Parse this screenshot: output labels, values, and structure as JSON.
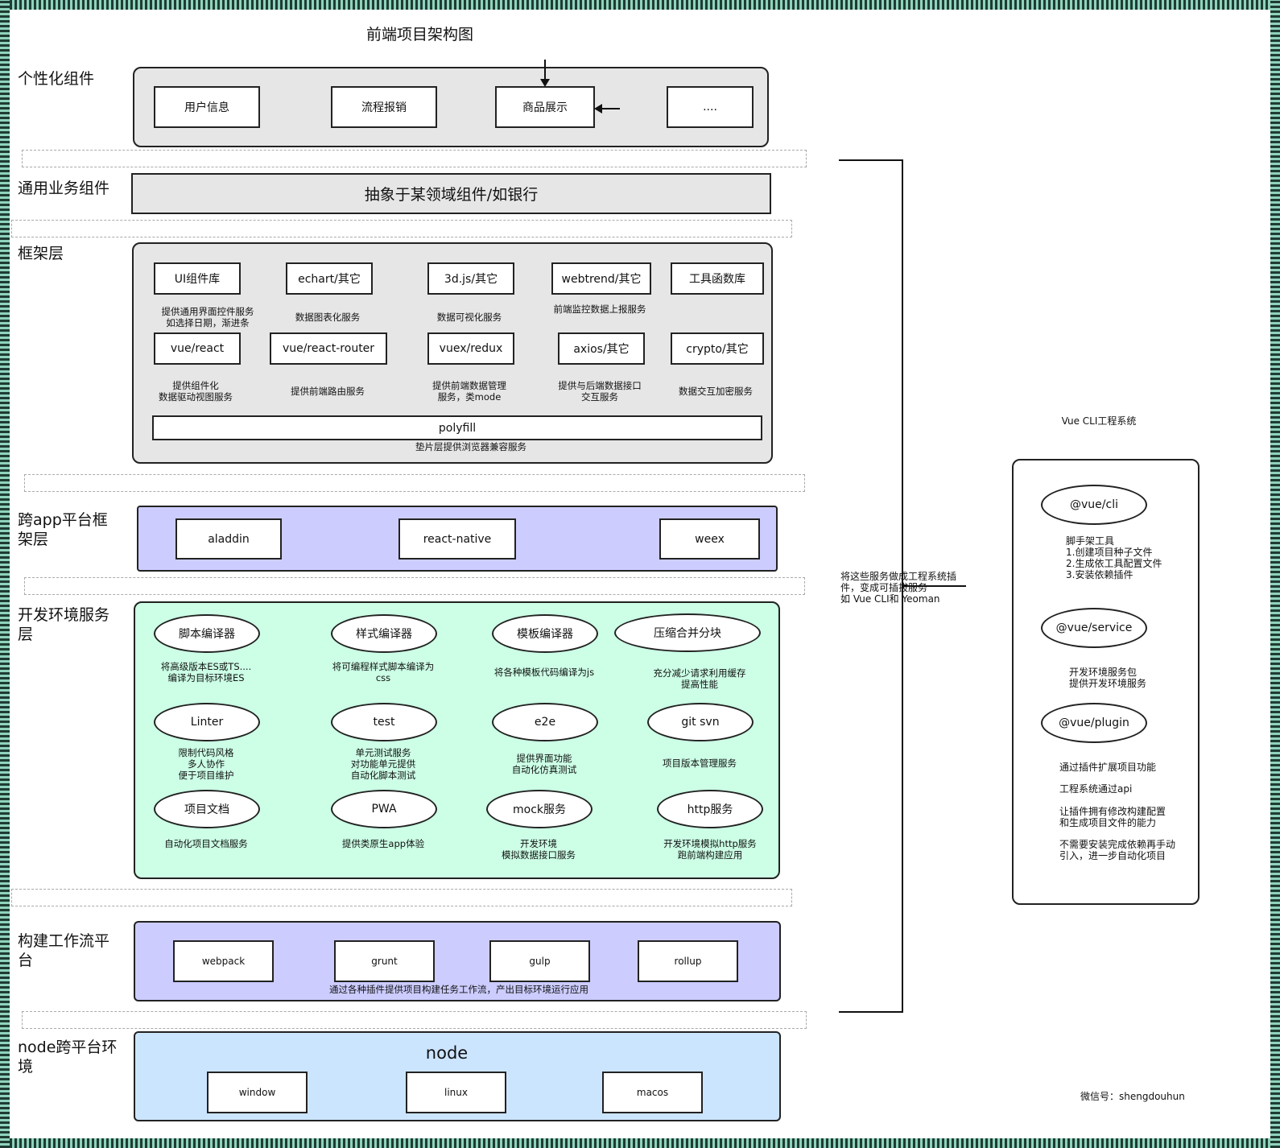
{
  "title": "前端项目架构图",
  "layers": {
    "personalized": "个性化组件",
    "business": "通用业务组件",
    "framework": "框架层",
    "crossapp": "跨app平台框架层",
    "devenv": "开发环境服务层",
    "build": "构建工作流平台",
    "node": "node跨平台环境"
  },
  "personalized": [
    "用户信息",
    "流程报销",
    "商品展示",
    "...."
  ],
  "business_box": "抽象于某领域组件/如银行",
  "framework": {
    "row1": [
      "UI组件库",
      "echart/其它",
      "3d.js/其它",
      "webtrend/其它",
      "工具函数库"
    ],
    "row1_desc": [
      "提供通用界面控件服务\n如选择日期，渐进条",
      "数据图表化服务",
      "数据可视化服务",
      "前端监控数据上报服务"
    ],
    "row2": [
      "vue/react",
      "vue/react-router",
      "vuex/redux",
      "axios/其它",
      "crypto/其它"
    ],
    "row2_desc": [
      "提供组件化\n数据驱动视图服务",
      "提供前端路由服务",
      "提供前端数据管理\n服务，类mode",
      "提供与后端数据接口\n交互服务",
      "数据交互加密服务"
    ],
    "polyfill": "polyfill",
    "polyfill_desc": "垫片层提供浏览器兼容服务"
  },
  "crossapp": [
    "aladdin",
    "react-native",
    "weex"
  ],
  "devenv": {
    "items": [
      "脚本编译器",
      "样式编译器",
      "模板编译器",
      "压缩合并分块",
      "Linter",
      "test",
      "e2e",
      "git svn",
      "项目文档",
      "PWA",
      "mock服务",
      "http服务"
    ],
    "descs": [
      "将高级版本ES或TS....\n编译为目标环境ES",
      "将可编程样式脚本编译为\ncss",
      "将各种模板代码编译为js",
      "充分减少请求利用缓存\n提高性能",
      "限制代码风格\n多人协作\n便于项目维护",
      "单元测试服务\n对功能单元提供\n自动化脚本测试",
      "提供界面功能\n自动化仿真测试",
      "项目版本管理服务",
      "自动化项目文档服务",
      "提供类原生app体验",
      "开发环境\n模拟数据接口服务",
      "开发环境模拟http服务\n跑前端构建应用"
    ]
  },
  "build": {
    "items": [
      "webpack",
      "grunt",
      "gulp",
      "rollup"
    ],
    "desc": "通过各种插件提供项目构建任务工作流，产出目标环境运行应用"
  },
  "node": {
    "title": "node",
    "items": [
      "window",
      "linux",
      "macos"
    ]
  },
  "bracket_note": "将这些服务做成工程系统插\n件，变成可插拔服务\n如 Vue CLI和 Yeoman",
  "vuecli": {
    "title": "Vue CLI工程系统",
    "cli": "@vue/cli",
    "cli_desc": "脚手架工具\n1.创建项目种子文件\n2.生成依工具配置文件\n3.安装依赖插件",
    "service": "@vue/service",
    "service_desc": "开发环境服务包\n提供开发环境服务",
    "plugin": "@vue/plugin",
    "plugin_notes": [
      "通过插件扩展项目功能",
      "工程系统通过api",
      "让插件拥有修改构建配置\n和生成项目文件的能力",
      "不需要安装完成依赖再手动\n引入，进一步自动化项目"
    ]
  },
  "wechat": "微信号：shengdouhun",
  "colors": {
    "gray_panel": "#e6e6e6",
    "purple_panel": "#ccccff",
    "green_panel": "#ccffe6",
    "blue_panel": "#cce5ff"
  }
}
